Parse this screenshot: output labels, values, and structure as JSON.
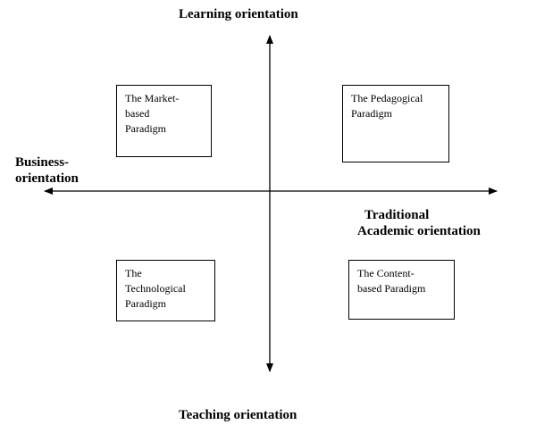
{
  "axes": {
    "top": "Learning orientation",
    "bottom": "Teaching orientation",
    "left": [
      "Business-",
      "orientation"
    ],
    "right": [
      "Traditional",
      "Academic orientation"
    ]
  },
  "quadrants": {
    "top_left": [
      "The Market-",
      "based",
      "Paradigm"
    ],
    "top_right": [
      "The Pedagogical",
      "Paradigm"
    ],
    "bottom_left": [
      "The",
      "Technological",
      "Paradigm"
    ],
    "bottom_right": [
      "The Content-",
      "based Paradigm"
    ]
  }
}
